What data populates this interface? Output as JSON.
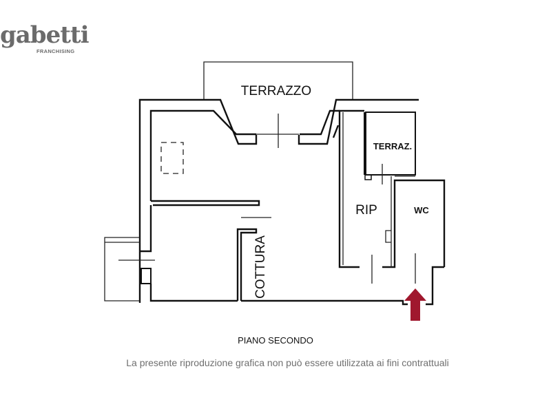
{
  "logo": {
    "name": "gabetti",
    "subtitle": "FRANCHISING"
  },
  "plan": {
    "rooms": {
      "terrazzo": "TERRAZZO",
      "terraz_small": "TERRAZ.",
      "rip": "RIP",
      "wc": "WC",
      "cottura": "COTTURA"
    },
    "entrance_arrow_color": "#a0182e",
    "floor_title": "PIANO SECONDO",
    "disclaimer": "La presente riproduzione grafica non può essere utilizzata ai fini contrattuali"
  }
}
